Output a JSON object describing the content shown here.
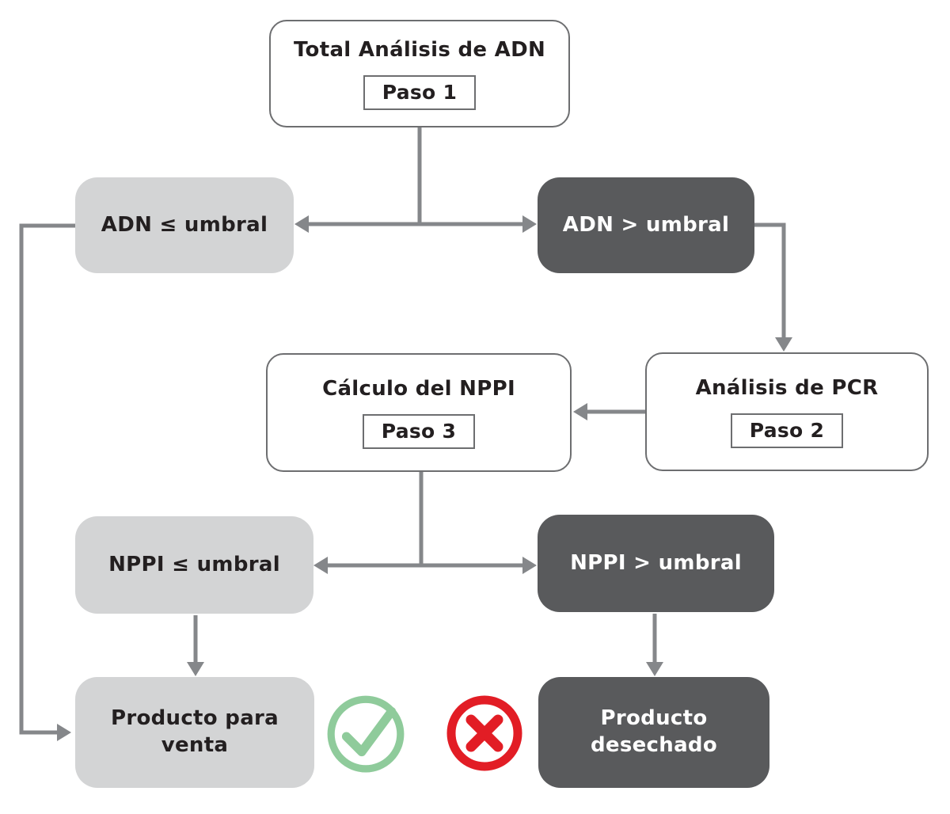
{
  "diagram": {
    "nodes": {
      "total_adn": {
        "label": "Total Análisis de ADN",
        "step": "Paso 1"
      },
      "adn_le": {
        "label": "ADN ≤ umbral"
      },
      "adn_gt": {
        "label": "ADN > umbral"
      },
      "calculo_nppi": {
        "label": "Cálculo del NPPI",
        "step": "Paso 3"
      },
      "analisis_pcr": {
        "label": "Análisis de PCR",
        "step": "Paso 2"
      },
      "nppi_le": {
        "label": "NPPI ≤ umbral"
      },
      "nppi_gt": {
        "label": "NPPI > umbral"
      },
      "producto_venta": {
        "label": "Producto para venta"
      },
      "producto_desechado": {
        "label": "Producto desechado"
      }
    },
    "icons": {
      "approved": "check-circle",
      "rejected": "x-circle"
    },
    "colors": {
      "light_node_bg": "#d3d4d5",
      "dark_node_bg": "#595a5c",
      "outline_border": "#6d6e70",
      "arrow": "#85878a",
      "text_dark": "#231f20",
      "text_light": "#ffffff",
      "check_green": "#8fcb9b",
      "cross_red": "#e21d25"
    }
  }
}
